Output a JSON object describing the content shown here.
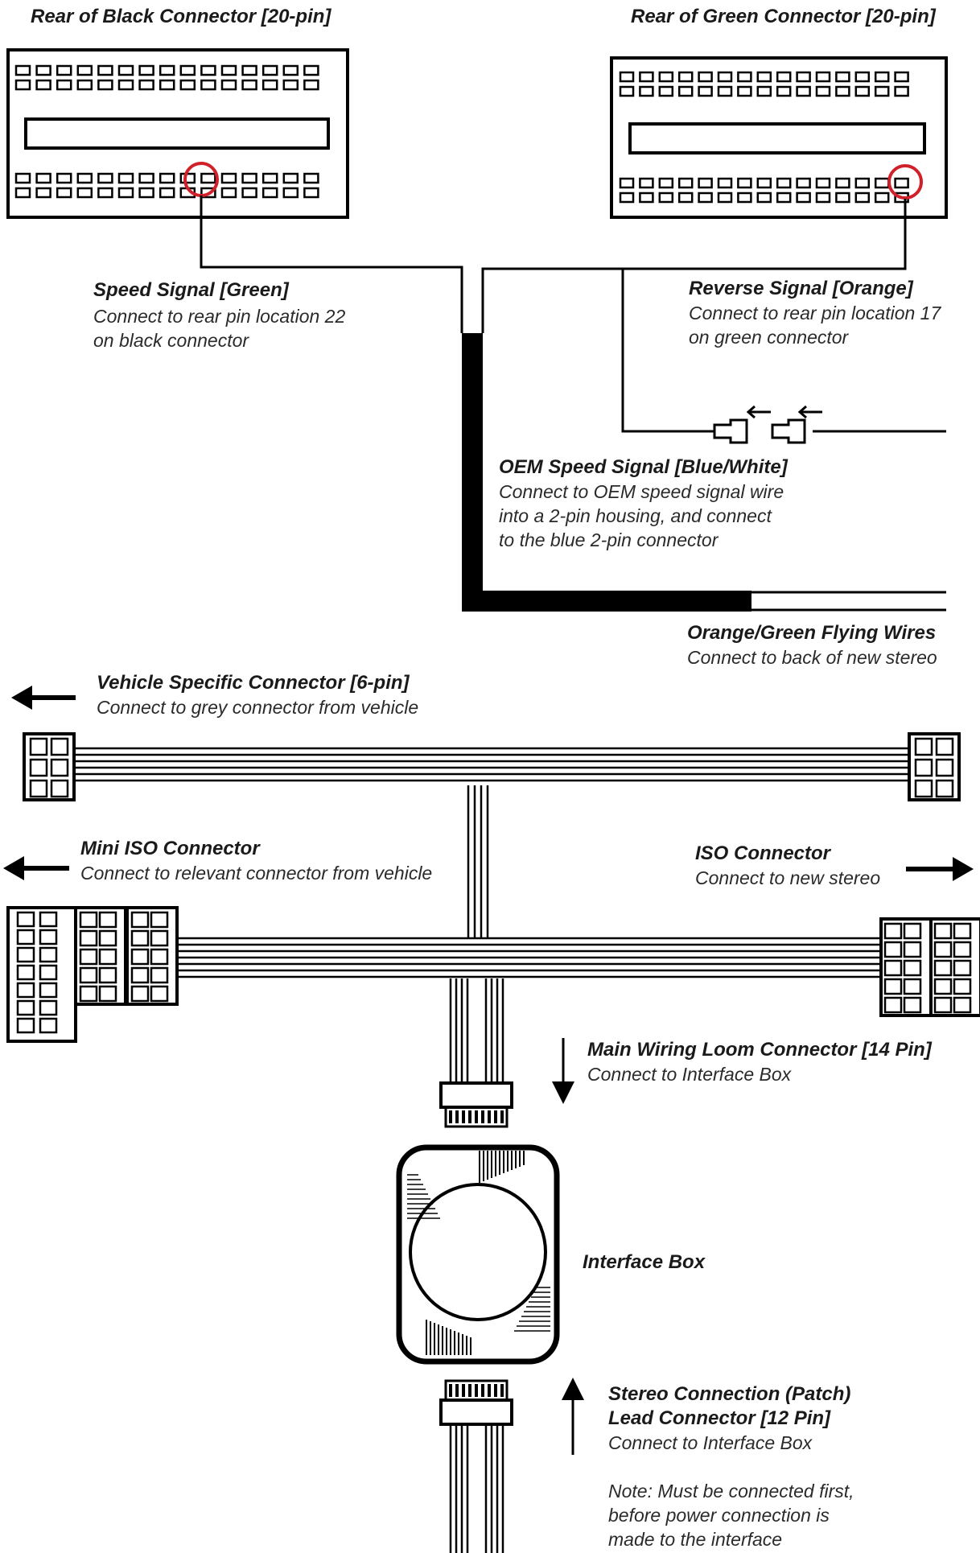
{
  "labels": {
    "black_connector_title": "Rear of Black Connector [20-pin]",
    "green_connector_title": "Rear of Green Connector [20-pin]",
    "speed_signal": {
      "title": "Speed Signal [Green]",
      "line1": "Connect to rear pin location 22",
      "line2": "on black connector"
    },
    "reverse_signal": {
      "title": "Reverse Signal [Orange]",
      "line1": "Connect to rear pin location 17",
      "line2": "on green connector"
    },
    "oem_speed": {
      "title": "OEM Speed Signal [Blue/White]",
      "line1": "Connect to OEM speed signal wire",
      "line2": "into a 2-pin housing, and connect",
      "line3": "to the blue 2-pin connector"
    },
    "flying_wires": {
      "title": "Orange/Green Flying Wires",
      "line1": "Connect to back of new stereo"
    },
    "vehicle_specific": {
      "title": "Vehicle Specific Connector [6-pin]",
      "line1": "Connect to grey connector from vehicle"
    },
    "mini_iso": {
      "title": "Mini ISO Connector",
      "line1": "Connect to relevant connector from vehicle"
    },
    "iso": {
      "title": "ISO Connector",
      "line1": "Connect to new stereo"
    },
    "main_loom": {
      "title": "Main Wiring Loom Connector [14 Pin]",
      "line1": "Connect to Interface Box"
    },
    "interface_box": {
      "title": "Interface Box"
    },
    "stereo_patch": {
      "title1": "Stereo Connection (Patch)",
      "title2": "Lead Connector [12 Pin]",
      "line1": "Connect to Interface Box",
      "note1": "Note: Must be connected first,",
      "note2": "before power connection is",
      "note3": "made to the interface"
    }
  },
  "colors": {
    "line": "#000000",
    "highlight_ring": "#d0202a",
    "background": "#ffffff"
  }
}
